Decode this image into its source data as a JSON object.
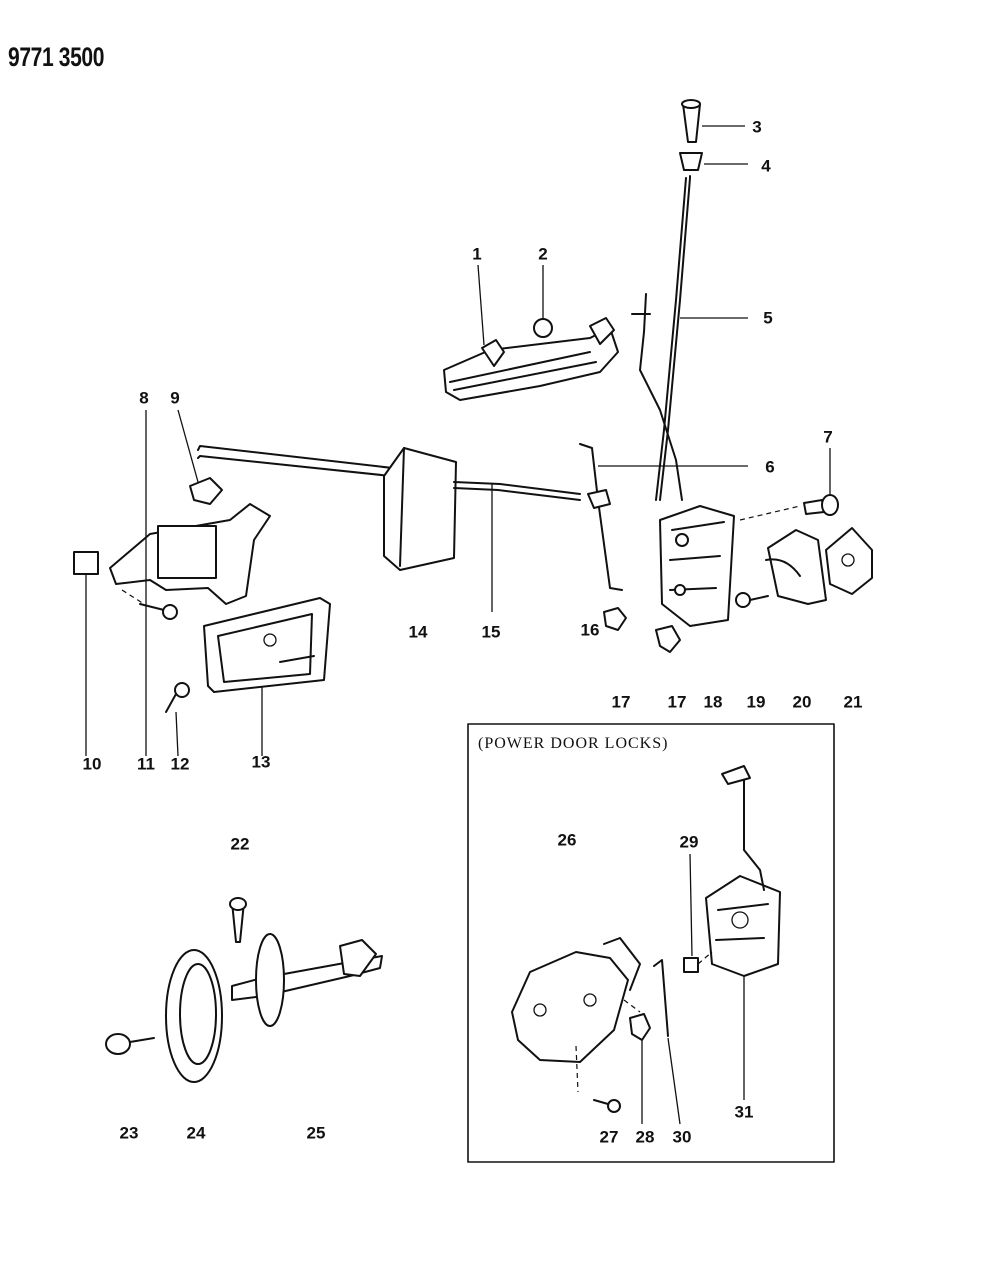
{
  "document_id": "9771 3500",
  "inset_title": "(POWER DOOR LOCKS)",
  "part_labels": [
    "1",
    "2",
    "3",
    "4",
    "5",
    "6",
    "7",
    "8",
    "9",
    "10",
    "11",
    "12",
    "13",
    "14",
    "15",
    "16",
    "17",
    "17",
    "18",
    "19",
    "20",
    "21",
    "22",
    "23",
    "24",
    "25",
    "26",
    "27",
    "28",
    "29",
    "30",
    "31"
  ]
}
